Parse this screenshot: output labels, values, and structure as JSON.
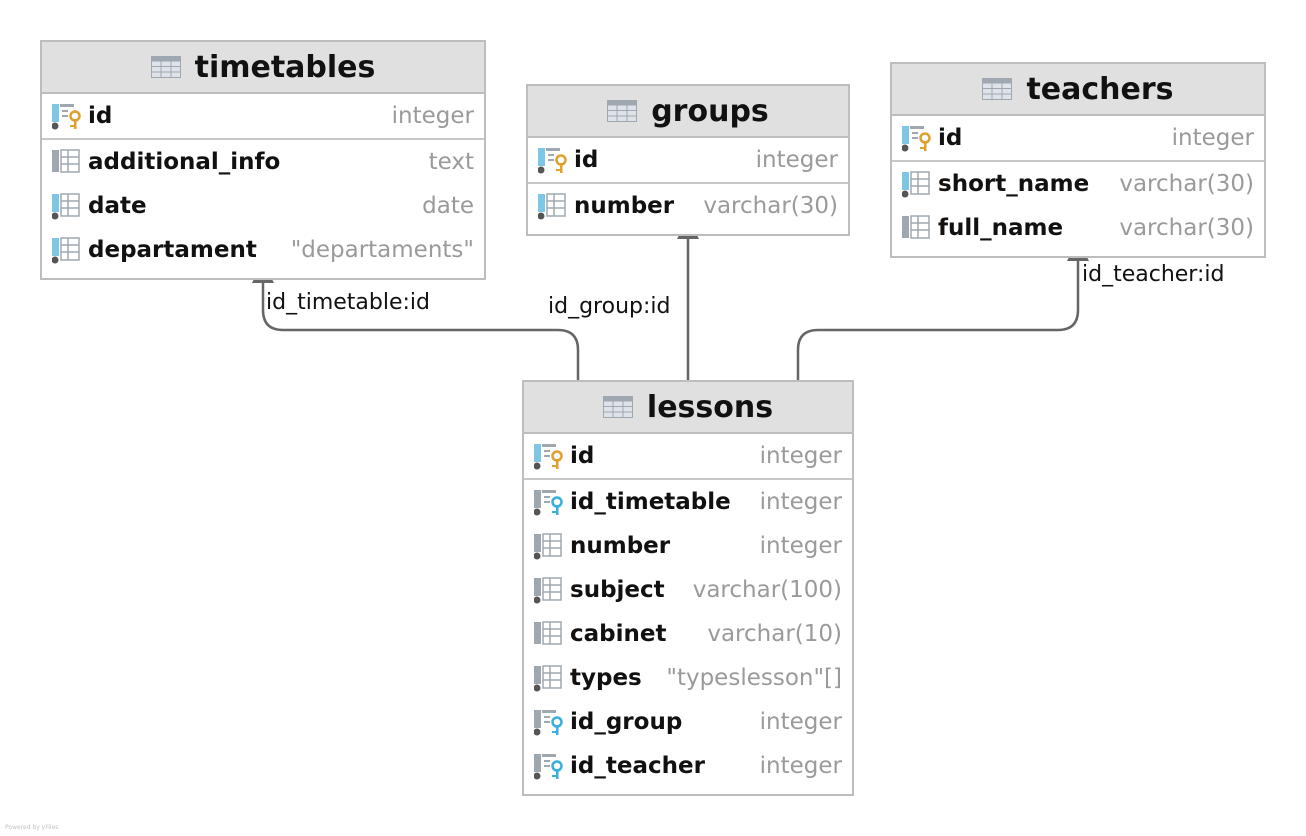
{
  "tables": [
    {
      "id": "timetables",
      "name": "timetables",
      "columns": [
        {
          "name": "id",
          "type": "integer",
          "icon": "primary-key-icon"
        },
        {
          "name": "additional_info",
          "type": "text",
          "icon": "column-icon"
        },
        {
          "name": "date",
          "type": "date",
          "icon": "column-required-icon"
        },
        {
          "name": "departament",
          "type": "\"departaments\"",
          "icon": "column-required-icon"
        }
      ]
    },
    {
      "id": "groups",
      "name": "groups",
      "columns": [
        {
          "name": "id",
          "type": "integer",
          "icon": "primary-key-icon"
        },
        {
          "name": "number",
          "type": "varchar(30)",
          "icon": "column-required-icon"
        }
      ]
    },
    {
      "id": "teachers",
      "name": "teachers",
      "columns": [
        {
          "name": "id",
          "type": "integer",
          "icon": "primary-key-icon"
        },
        {
          "name": "short_name",
          "type": "varchar(30)",
          "icon": "column-required-icon"
        },
        {
          "name": "full_name",
          "type": "varchar(30)",
          "icon": "column-icon"
        }
      ]
    },
    {
      "id": "lessons",
      "name": "lessons",
      "columns": [
        {
          "name": "id",
          "type": "integer",
          "icon": "primary-key-icon"
        },
        {
          "name": "id_timetable",
          "type": "integer",
          "icon": "foreign-key-icon"
        },
        {
          "name": "number",
          "type": "integer",
          "icon": "column-required-icon"
        },
        {
          "name": "subject",
          "type": "varchar(100)",
          "icon": "column-required-icon"
        },
        {
          "name": "cabinet",
          "type": "varchar(10)",
          "icon": "column-icon"
        },
        {
          "name": "types",
          "type": "\"typeslesson\"[]",
          "icon": "column-required-icon"
        },
        {
          "name": "id_group",
          "type": "integer",
          "icon": "foreign-key-icon"
        },
        {
          "name": "id_teacher",
          "type": "integer",
          "icon": "foreign-key-icon"
        }
      ]
    }
  ],
  "relations": [
    {
      "from": "lessons",
      "to": "timetables",
      "label": "id_timetable:id"
    },
    {
      "from": "lessons",
      "to": "groups",
      "label": "id_group:id"
    },
    {
      "from": "lessons",
      "to": "teachers",
      "label": "id_teacher:id"
    }
  ],
  "colors": {
    "header_bg": "#e0e0e0",
    "border": "#bdbdbd",
    "type_text": "#9a9a9a",
    "edge": "#666666",
    "key_primary": "#e0a030",
    "key_foreign": "#3aaede",
    "icon_blue": "#7ec7e4",
    "icon_gray": "#9fa8b0"
  },
  "watermark": "Powered by yFiles"
}
